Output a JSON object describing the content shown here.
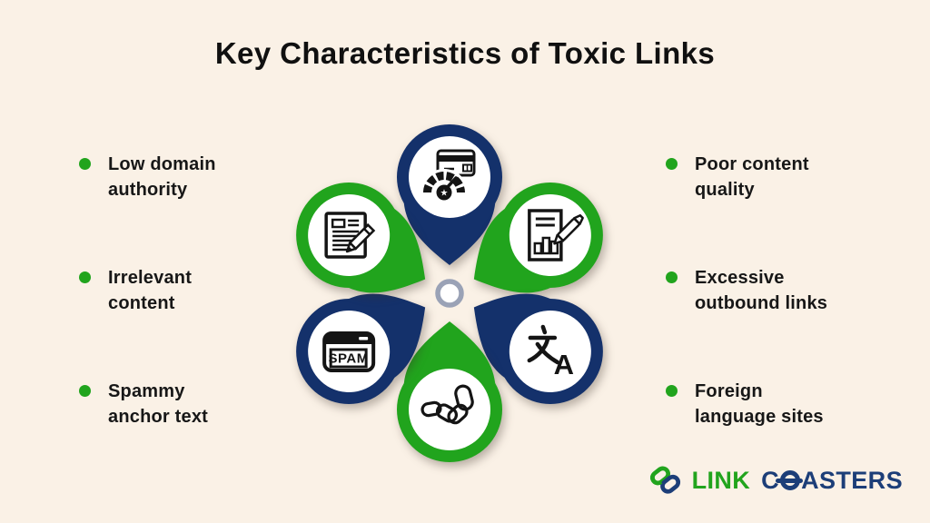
{
  "title": "Key Characteristics of Toxic Links",
  "colors": {
    "background": "#faf1e6",
    "text": "#101010",
    "navy": "#14316b",
    "green": "#21a41d",
    "logo_navy": "#1c3e78",
    "ink": "#141414",
    "center_ring": "#9aa2b6"
  },
  "left_items": [
    {
      "line1": "Low domain",
      "line2": "authority"
    },
    {
      "line1": "Irrelevant",
      "line2": "content"
    },
    {
      "line1": "Spammy",
      "line2": "anchor text"
    }
  ],
  "right_items": [
    {
      "line1": "Poor content",
      "line2": "quality"
    },
    {
      "line1": "Excessive",
      "line2": "outbound links"
    },
    {
      "line1": "Foreign",
      "line2": "language sites"
    }
  ],
  "flower": {
    "petals": [
      {
        "position": "top",
        "color": "navy",
        "icon": "domain-authority-gauge-icon"
      },
      {
        "position": "top-right",
        "color": "green",
        "icon": "content-quality-report-icon"
      },
      {
        "position": "bottom-right",
        "color": "navy",
        "icon": "translate-icon"
      },
      {
        "position": "bottom",
        "color": "green",
        "icon": "chain-links-icon"
      },
      {
        "position": "bottom-left",
        "color": "navy",
        "icon": "spam-window-icon"
      },
      {
        "position": "top-left",
        "color": "green",
        "icon": "irrelevant-content-icon"
      }
    ],
    "spam_label": "SPAM",
    "translate_char": "文",
    "translate_letter": "A"
  },
  "logo": {
    "word1": "LINK",
    "word2_prefix": "C",
    "word2_suffix": "ASTERS"
  }
}
